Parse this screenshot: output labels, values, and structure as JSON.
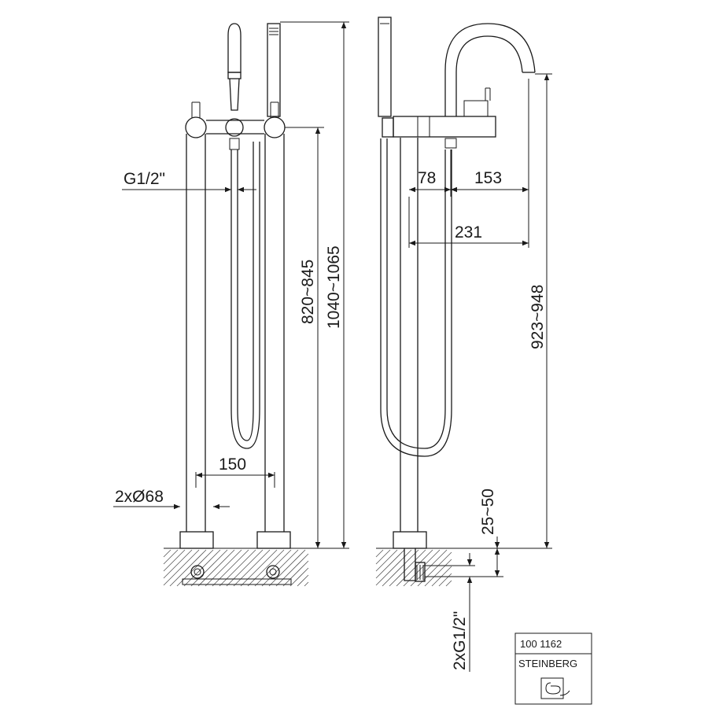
{
  "dimensions": {
    "connection_thread": "G1/2\"",
    "spacing": "150",
    "base_diameter": "2xØ68",
    "height_outlet": "820~845",
    "height_total": "1040~1065",
    "offset_a": "78",
    "offset_b": "153",
    "reach": "231",
    "spout_height": "923~948",
    "floor_depth": "25~50",
    "supply_thread": "2xG1/2\""
  },
  "title_block": {
    "article_number": "100 1162",
    "brand": "STEINBERG"
  }
}
